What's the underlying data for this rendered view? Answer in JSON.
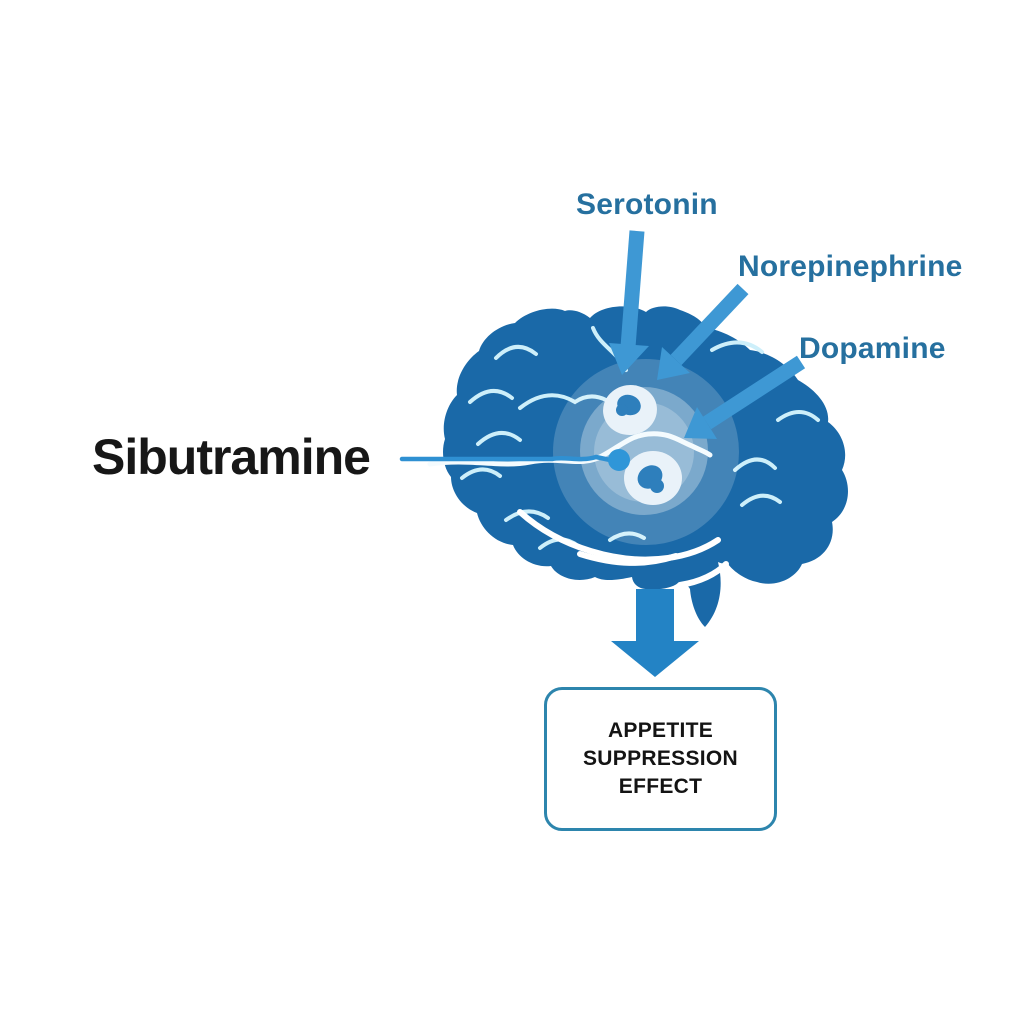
{
  "diagram": {
    "title_implicit": "Sibutramine mechanism of action in the brain",
    "labels": {
      "serotonin": "Serotonin",
      "norepinephrine": "Norepinephrine",
      "dopamine": "Dopamine",
      "sibutramine": "Sibutramine"
    },
    "outcome_box": {
      "lines": [
        "APPETITE",
        "SUPPRESSION",
        "EFFECT"
      ]
    },
    "colors": {
      "brain": "#1a69a8",
      "gyri_line": "#cdeffa",
      "fissure_line": "#ffffff",
      "arrow_light": "#3e98d4",
      "arrow_primary": "#2383c5",
      "pointer_line": "#2f90d2",
      "pointer_dot": "#2f96d8",
      "nucleus": "#e9f2f9",
      "nucleus_hole": "#2e7fbc",
      "label_blue": "#26709f",
      "box_border": "#2d85ad",
      "text_dark": "#141414"
    }
  }
}
